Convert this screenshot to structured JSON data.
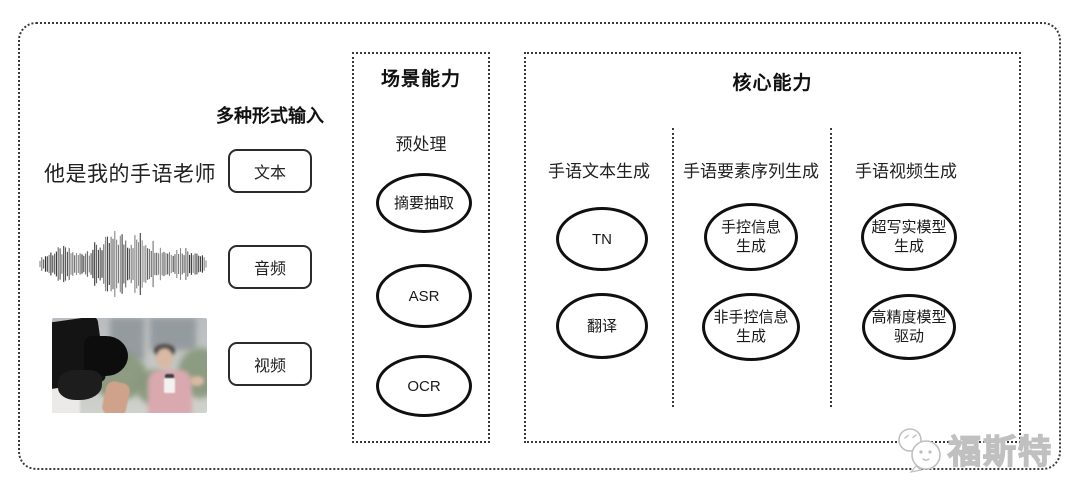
{
  "input_section": {
    "header": "多种形式输入",
    "text_sample": "他是我的手语老师",
    "items": [
      {
        "label": "文本"
      },
      {
        "label": "音频"
      },
      {
        "label": "视频"
      }
    ]
  },
  "scene_box": {
    "title": "场景能力",
    "subtitle": "预处理",
    "nodes": [
      "摘要抽取",
      "ASR",
      "OCR"
    ]
  },
  "core_box": {
    "title": "核心能力",
    "columns": [
      {
        "header": "手语文本生成",
        "nodes": [
          {
            "line1": "TN"
          },
          {
            "line1": "翻译"
          }
        ]
      },
      {
        "header": "手语要素序列生成",
        "nodes": [
          {
            "line1": "手控信息",
            "line2": "生成"
          },
          {
            "line1": "非手控信息",
            "line2": "生成"
          }
        ]
      },
      {
        "header": "手语视频生成",
        "nodes": [
          {
            "line1": "超写实模型",
            "line2": "生成"
          },
          {
            "line1": "高精度模型",
            "line2": "驱动"
          }
        ]
      }
    ]
  },
  "watermark": {
    "text": "福斯特"
  },
  "colors": {
    "line": "#3a3a3a",
    "node_border": "#101010",
    "watermark": "#c0c0c0"
  }
}
